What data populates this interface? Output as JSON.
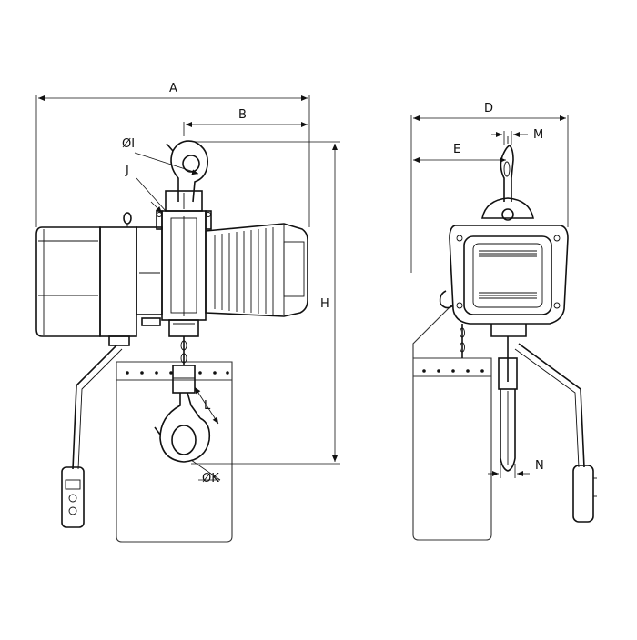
{
  "diagram": {
    "front_view": {
      "labels": {
        "A": "A",
        "B": "B",
        "H": "H",
        "I": "ØI",
        "J": "J",
        "K": "ØK",
        "L": "L"
      }
    },
    "side_view": {
      "labels": {
        "D": "D",
        "E": "E",
        "M": "M",
        "N": "N"
      }
    }
  }
}
